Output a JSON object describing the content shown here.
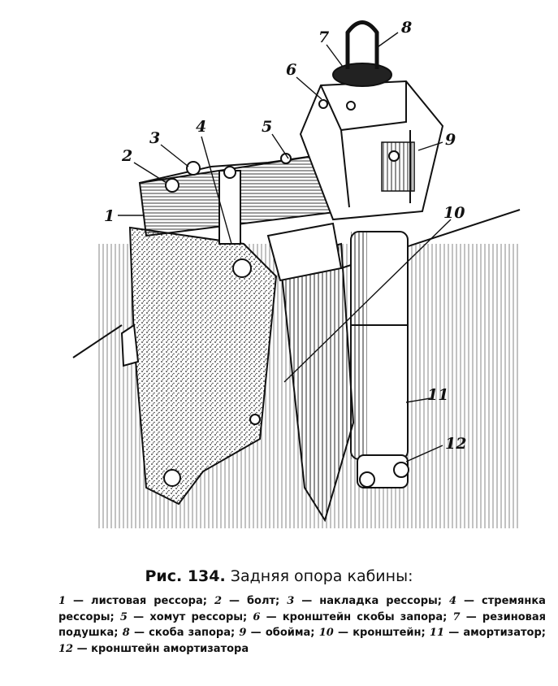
{
  "figure": {
    "callouts": [
      "1",
      "2",
      "3",
      "4",
      "5",
      "6",
      "7",
      "8",
      "9",
      "10",
      "11",
      "12"
    ]
  },
  "caption": {
    "number": "Рис. 134.",
    "title": "Задняя опора кабины:",
    "items": [
      {
        "n": "1",
        "text": "— листовая рессора;"
      },
      {
        "n": "2",
        "text": "— болт;"
      },
      {
        "n": "3",
        "text": "— накладка рессоры;"
      },
      {
        "n": "4",
        "text": "— стремянка рессоры;"
      },
      {
        "n": "5",
        "text": "— хомут рессоры;"
      },
      {
        "n": "6",
        "text": "— кронштейн скобы запора;"
      },
      {
        "n": "7",
        "text": "— резиновая подушка;"
      },
      {
        "n": "8",
        "text": "— скоба запора;"
      },
      {
        "n": "9",
        "text": "— обойма;"
      },
      {
        "n": "10",
        "text": "— кронштейн;"
      },
      {
        "n": "11",
        "text": "— амортизатор;"
      },
      {
        "n": "12",
        "text": "— кронштейн амортизатора"
      }
    ]
  }
}
